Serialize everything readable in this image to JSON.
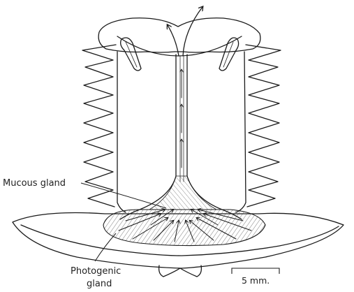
{
  "labels": {
    "mucous_gland": "Mucous gland",
    "photogenic_line1": "Photogenic",
    "photogenic_line2": "gland",
    "scale": "5 mm."
  },
  "colors": {
    "ink": "#1a1a1a",
    "paper": "#ffffff"
  }
}
